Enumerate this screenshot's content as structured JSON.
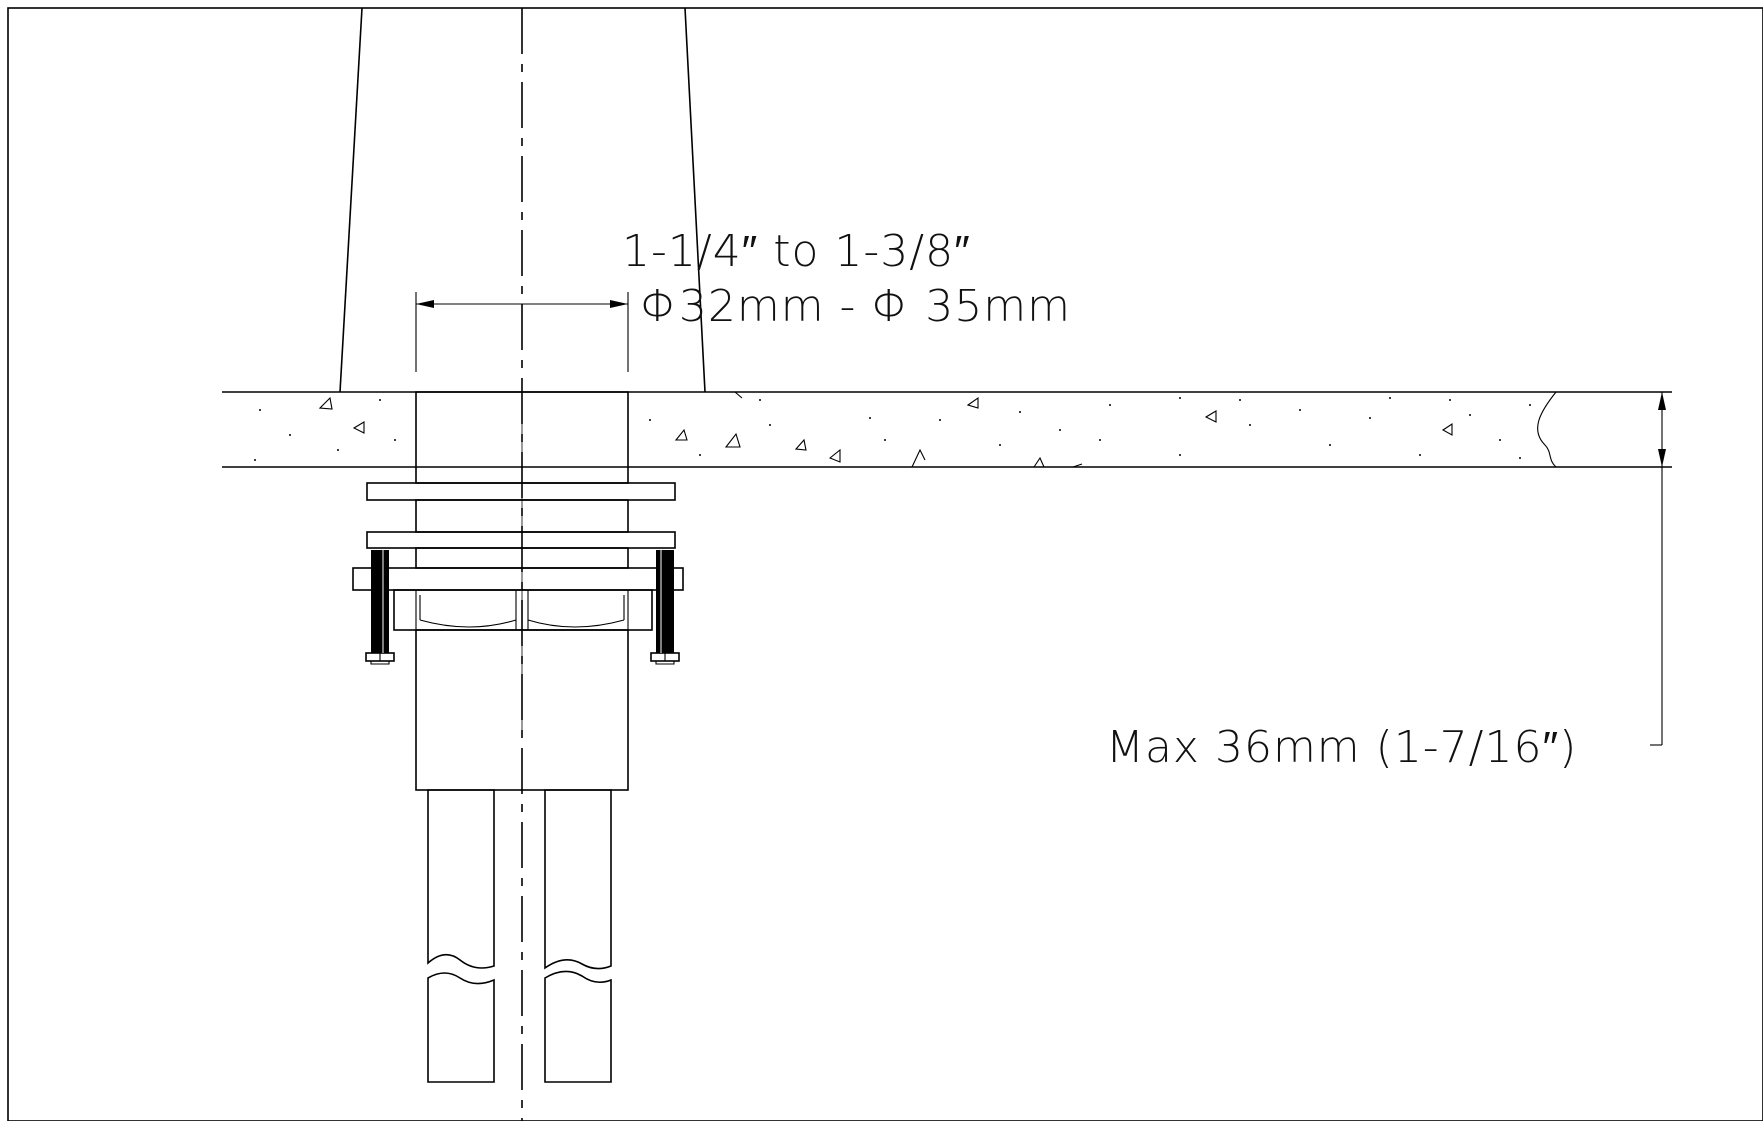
{
  "dimensions": {
    "hole_diameter_imperial": "1-1/4″ to 1-3/8″",
    "hole_diameter_metric": "Φ32mm - Φ 35mm",
    "max_deck_thickness": "Max 36mm (1-7/16″)"
  }
}
